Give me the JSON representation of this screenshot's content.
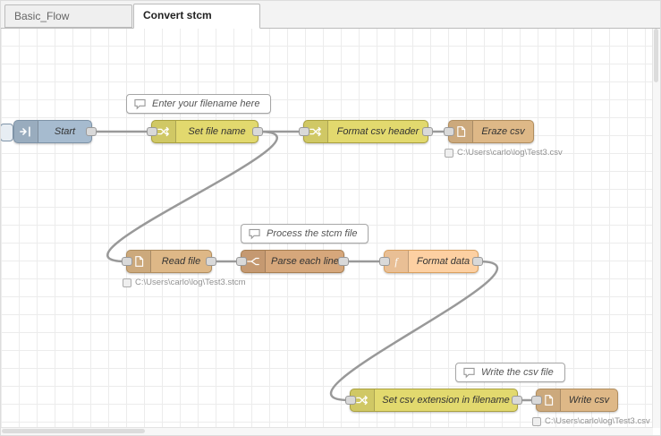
{
  "tabs": {
    "basic_flow": {
      "label": "Basic_Flow",
      "active": false
    },
    "convert_stcm": {
      "label": "Convert stcm",
      "active": true
    }
  },
  "comments": {
    "filename": {
      "label": "Enter your filename here"
    },
    "process": {
      "label": "Process the stcm file"
    },
    "write": {
      "label": "Write the csv file"
    }
  },
  "nodes": {
    "start": {
      "label": "Start",
      "type": "inject",
      "color": "#a6bbcf"
    },
    "set_file_name": {
      "label": "Set file name",
      "type": "change",
      "color": "#e2d96e"
    },
    "format_csv_header": {
      "label": "Format csv header",
      "type": "change",
      "color": "#e2d96e"
    },
    "eraze_csv": {
      "label": "Eraze csv",
      "type": "file",
      "color": "#deb887",
      "status": "C:\\Users\\carlo\\log\\Test3.csv"
    },
    "read_file": {
      "label": "Read file",
      "type": "file-in",
      "color": "#deb887",
      "status": "C:\\Users\\carlo\\log\\Test3.stcm"
    },
    "parse_each_line": {
      "label": "Parse each line",
      "type": "split",
      "color": "#d6a77b"
    },
    "format_data": {
      "label": "Format data",
      "type": "function",
      "color": "#fdd0a2"
    },
    "set_csv_extension": {
      "label": "Set csv extension in filename",
      "type": "change",
      "color": "#e2d96e"
    },
    "write_csv": {
      "label": "Write csv",
      "type": "file",
      "color": "#deb887",
      "status": "C:\\Users\\carlo\\log\\Test3.csv"
    }
  },
  "wire_color": "#999999"
}
